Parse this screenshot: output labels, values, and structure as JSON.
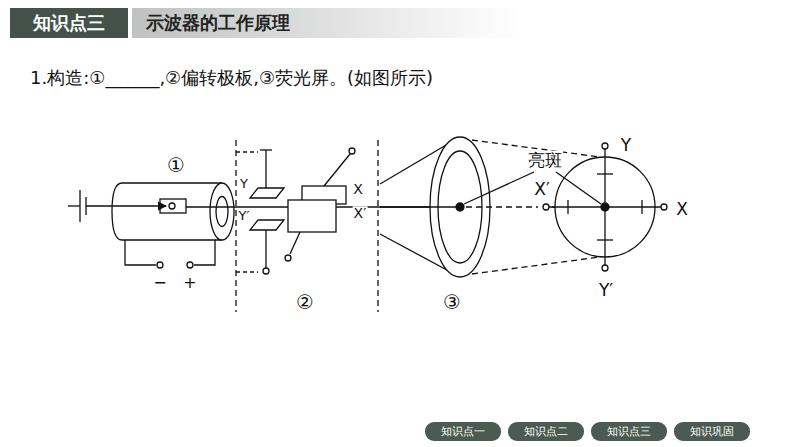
{
  "diagram": {
    "title": "示波器的工作原理",
    "nodes": [
      {
        "text": [
          "知识点三"
        ]
      },
      {
        "text": [
          "知识点一"
        ]
      },
      {
        "text": [
          "知识点二"
        ]
      },
      {
        "text": [
          "知识点三"
        ]
      },
      {
        "text": [
          "知识巩固"
        ]
      }
    ],
    "labels": [
      "1.构造:①______,②偏转极板,③荧光屏。(如图所示)",
      "①",
      "②",
      "③",
      "Y",
      "Y′",
      "X",
      "X′",
      "−",
      "+",
      "亮斑",
      "Y",
      "X′",
      "X",
      "Y′"
    ]
  }
}
